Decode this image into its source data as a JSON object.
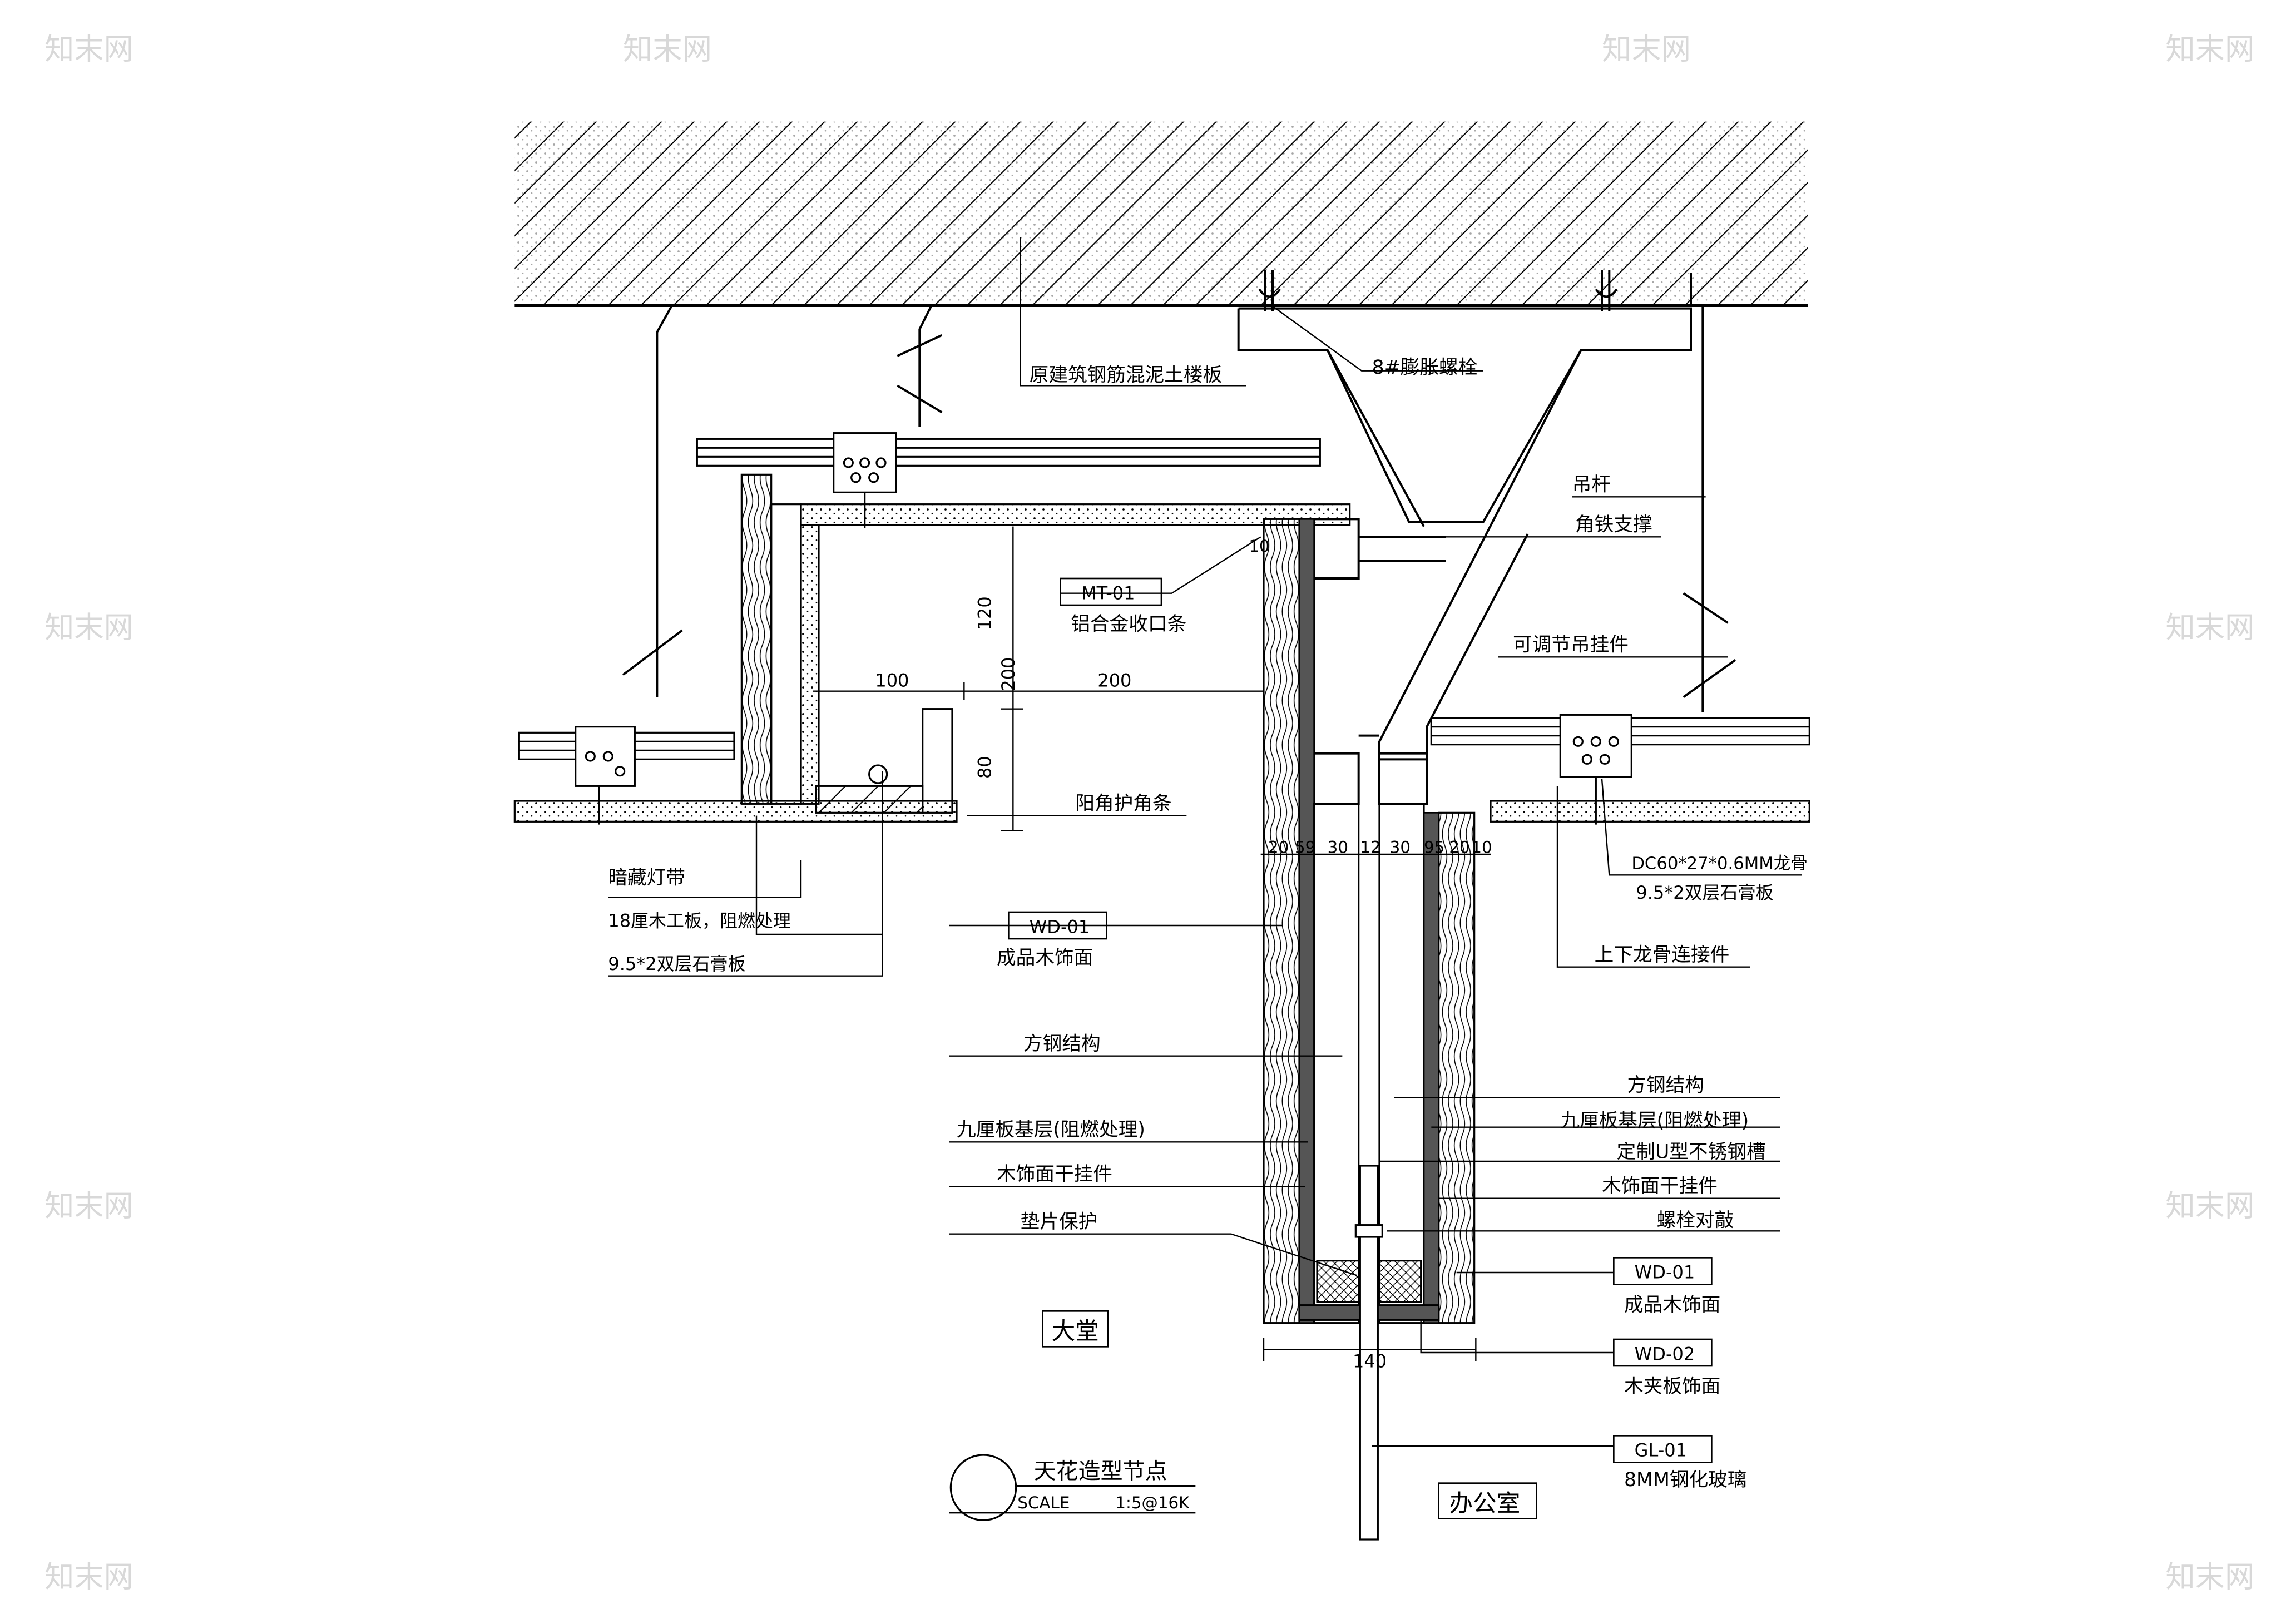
{
  "drawing": {
    "title": "天花造型节点",
    "scale_label": "SCALE",
    "scale_value": "1:5@16K"
  },
  "rooms": {
    "left": "大堂",
    "right": "办公室"
  },
  "labels": {
    "slab": "原建筑钢筋混泥土楼板",
    "bolt": "8#膨胀螺栓",
    "hanger_rod": "吊杆",
    "angle_brace": "角铁支撑",
    "adj_hanger": "可调节吊挂件",
    "keel": "DC60*27*0.6MM龙骨",
    "gypsum_right": "9.5*2双层石膏板",
    "keel_connector": "上下龙骨连接件",
    "aluminum_trim": "铝合金收口条",
    "corner_guard": "阳角护角条",
    "led_strip": "暗藏灯带",
    "plywood_18": "18厘木工板，阻燃处理",
    "gypsum_left": "9.5*2双层石膏板",
    "wood_finish_left": "成品木饰面",
    "steel_left": "方钢结构",
    "base_left": "九厘板基层(阻燃处理)",
    "hanger_left": "木饰面干挂件",
    "shim": "垫片保护",
    "steel_right": "方钢结构",
    "base_right": "九厘板基层(阻燃处理)",
    "u_channel": "定制U型不锈钢槽",
    "hanger_right": "木饰面干挂件",
    "bolt_pair": "螺栓对敲",
    "wood_finish_right": "成品木饰面",
    "veneer": "木夹板饰面",
    "glass": "8MM钢化玻璃"
  },
  "tags": {
    "mt01": "MT-01",
    "wd01_left": "WD-01",
    "wd01_right": "WD-01",
    "wd02": "WD-02",
    "gl01": "GL-01"
  },
  "dimensions": {
    "d100": "100",
    "d200_h": "200",
    "d120": "120",
    "d200_v": "200",
    "d80": "80",
    "d10": "10",
    "d20a": "20",
    "d59": "59",
    "d30a": "30",
    "d12": "12",
    "d30b": "30",
    "d95": "95",
    "d20b": "20",
    "d10b": "10",
    "d140": "140"
  },
  "watermark": "知末网"
}
